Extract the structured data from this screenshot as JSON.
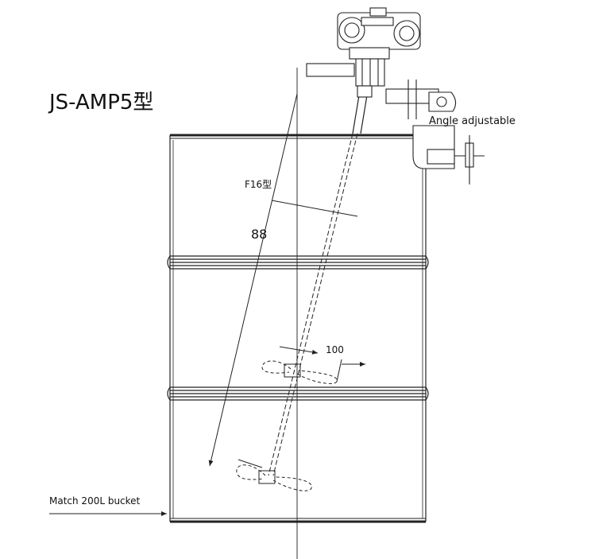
{
  "model_title": "JS-AMP5型",
  "labels": {
    "angle": "Angle adjustable",
    "shaft": "F16型",
    "depth": "88",
    "blade": "100",
    "bucket": "Match 200L bucket"
  },
  "colors": {
    "line": "#222222",
    "background": "#ffffff"
  }
}
